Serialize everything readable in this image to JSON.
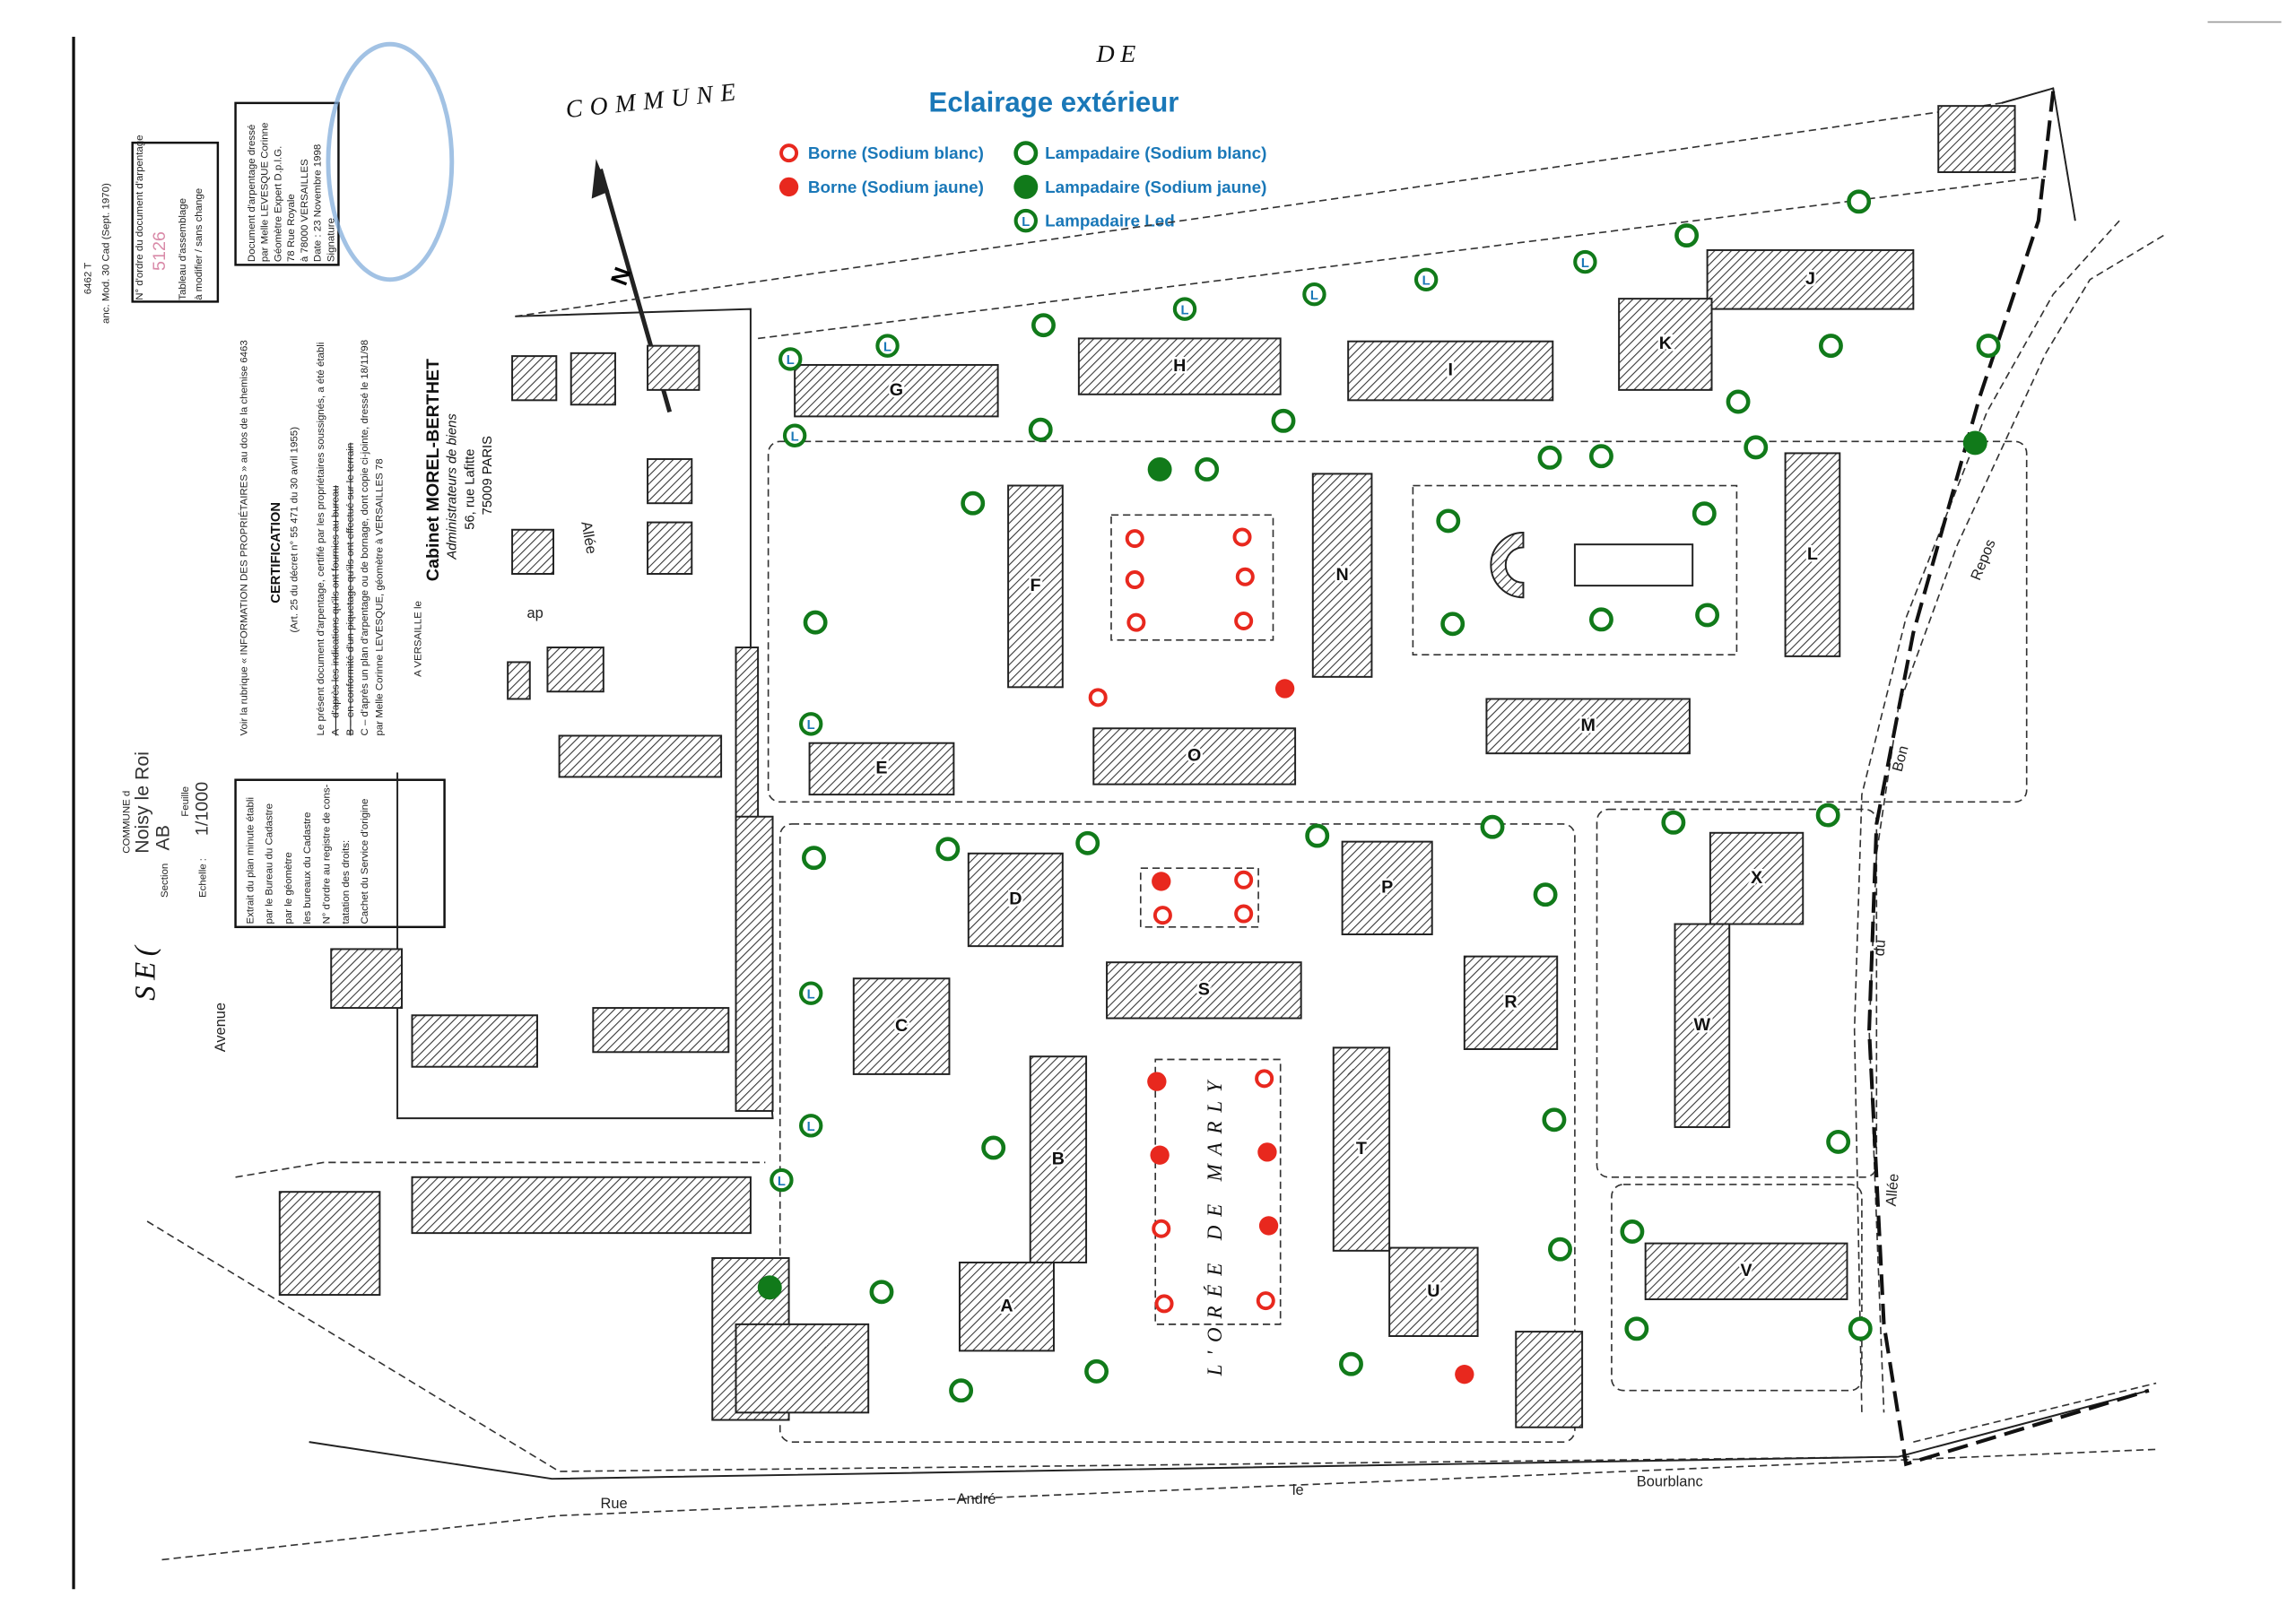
{
  "title": "Eclairage extérieur",
  "colors": {
    "title": "#1a78b8",
    "borne": "#e8281e",
    "lampadaire": "#117a1a"
  },
  "legend": [
    {
      "key": "bw",
      "label": "Borne (Sodium blanc)"
    },
    {
      "key": "by",
      "label": "Borne (Sodium jaune)"
    },
    {
      "key": "lw",
      "label": "Lampadaire (Sodium blanc)"
    },
    {
      "key": "ly",
      "label": "Lampadaire (Sodium jaune)"
    },
    {
      "key": "led",
      "label": "Lampadaire Led",
      "glyph": "L"
    }
  ],
  "map_text": {
    "commune": "COMMUNE",
    "de": "DE",
    "sec": "SE(",
    "avenue": "Avenue",
    "north": "N",
    "residence": "L'ORÉE DE MARLY",
    "street_bottom": [
      "Rue",
      "André",
      "le",
      "Bourblanc"
    ],
    "street_right": [
      "Allée",
      "du",
      "Bon",
      "Repos"
    ],
    "allee": "Allée",
    "ap": "ap"
  },
  "buildings": [
    "G",
    "H",
    "I",
    "J",
    "K",
    "F",
    "N",
    "L",
    "E",
    "O",
    "M",
    "D",
    "P",
    "X",
    "W",
    "C",
    "S",
    "R",
    "B",
    "A",
    "T",
    "U",
    "V"
  ],
  "cadastre": {
    "ref": "6462 T",
    "mod": "anc. Mod. 30 Cad (Sept. 1970)",
    "ordre_label": "N° d'ordre du document d'arpentage",
    "ordre_value": "5126",
    "tableau_label": "Tableau d'assemblage",
    "tableau_opts": "à modifier / sans change",
    "commune_label": "COMMUNE d",
    "commune_value": "Noisy le Roi",
    "section_label": "Section",
    "section_value": "AB",
    "feuille_label": "Feuille",
    "echelle_label": "Echelle :",
    "echelle_value": "1/1000",
    "extrait": [
      "Extrait du plan minute établi",
      "par le Bureau du Cadastre",
      "par le géomètre",
      "les bureaux du Cadastre",
      "N° d'ordre au registre de cons-",
      "tatation des droits:",
      "Cachet du Service d'origine"
    ]
  },
  "certification": {
    "rubrique": "Voir la rubrique « INFORMATION DES PROPRIÉTAIRES » au dos de la chemise 6463",
    "heading": "CERTIFICATION",
    "article": "(Art. 25 du décret n° 55 471 du 30 avril 1955)",
    "line1": "Le présent document d'arpentage, certifié par les propriétaires soussignés, a été établi",
    "line2": "A – d'après les indications qu'ils ont fournies au bureau",
    "line3": "B – en conformité d'un piquetage qu'ils ont effectué sur le terrain",
    "line4": "C – d'après un plan d'arpentage ou de bornage, dont copie ci-jointe, dressé le 18/11/98",
    "line5": "par Melle Corinne LEVESQUE, géomètre à VERSAILLES 78",
    "signed": "A VERSAILLE le",
    "cabinet": "Cabinet MOREL-BERTHET",
    "admin": "Administrateurs de biens",
    "address": "56, rue Lafitte",
    "city": "75009 PARIS"
  },
  "document_box": {
    "lines": [
      "Document d'arpentage dressé",
      "par Melle LEVESQUE Corinne",
      "Géomètre Expert D.p.l.G.",
      "78 Rue Royale",
      "à 78000 VERSAILLES",
      "Date : 23 Novembre 1998",
      "Signature"
    ]
  }
}
